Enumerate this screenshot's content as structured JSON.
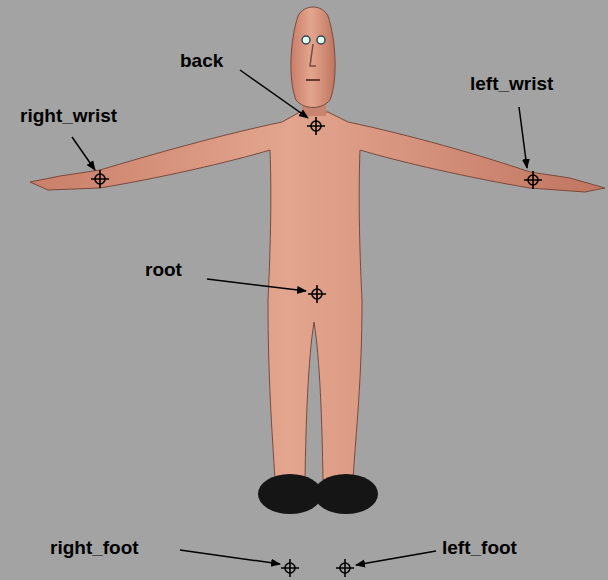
{
  "diagram": {
    "labels": [
      "back",
      "right_wrist",
      "left_wrist",
      "root",
      "right_foot",
      "left_foot"
    ]
  }
}
